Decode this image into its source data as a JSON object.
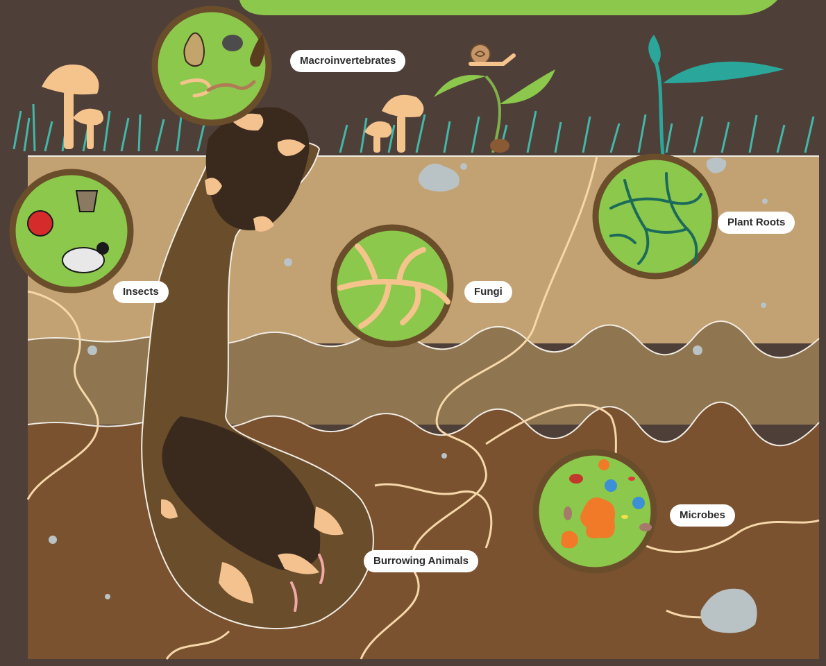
{
  "colors": {
    "background": "#4f3f39",
    "banner": "#8cc84b",
    "layer_top": "#c2a172",
    "layer_middle": "#8f7550",
    "layer_bottom": "#7a5230",
    "circle_fill": "#8cc84b",
    "circle_ring": "#6a4d2a",
    "burrow": "#6a4d2a",
    "mole_body": "#3a2a1e",
    "mole_skin": "#f3c28f",
    "grass": "#43b7a8",
    "leaf": "#2aa79a",
    "mushroom": "#f5c48d",
    "root_line": "#f6d7a9",
    "stone": "#b9c2c4"
  },
  "labels": {
    "macroinvertebrates": "Macroinvertebrates",
    "insects": "Insects",
    "fungi": "Fungi",
    "plant_roots": "Plant Roots",
    "microbes": "Microbes",
    "burrowing_animals": "Burrowing Animals"
  }
}
